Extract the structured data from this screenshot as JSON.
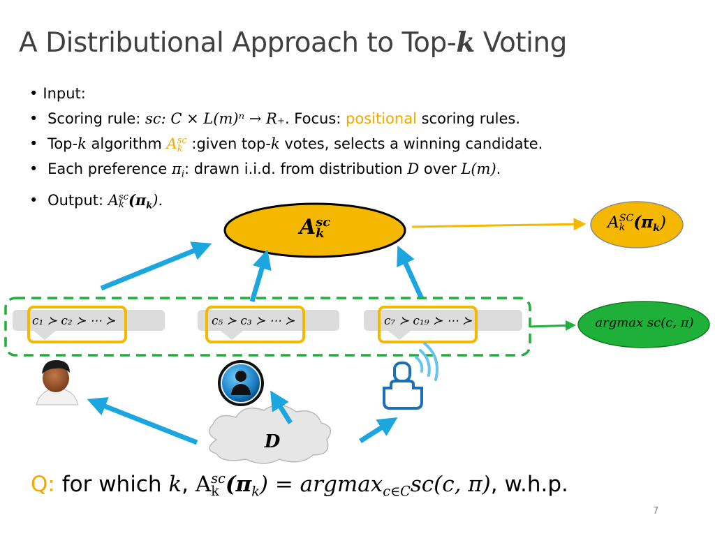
{
  "title": {
    "prefix": "A Distributional Approach to Top-",
    "var": "k",
    "suffix": " Voting"
  },
  "bullets": {
    "input_label": "Input:",
    "scoring": {
      "prefix": "Scoring rule: ",
      "math": "sc: C × L(m)ⁿ → R₊",
      "mid": ". Focus: ",
      "highlight": "positional",
      "suffix": " scoring rules."
    },
    "topk": {
      "prefix": "Top-",
      "k": "k",
      "mid1": " algorithm ",
      "alg_base": "A",
      "alg_sup": "sc",
      "alg_sub": "k",
      "mid2": " :given top-",
      "suffix": " votes, selects a winning candidate."
    },
    "pref": {
      "prefix": "Each preference ",
      "pi": "π",
      "pi_sub": "i",
      "mid": ": drawn i.i.d. from distribution ",
      "D": "D",
      "mid2": " over ",
      "Lm": "L(m)",
      "suffix": "."
    },
    "output": {
      "label": "Output: ",
      "alg_base": "A",
      "alg_sup": "sc",
      "alg_sub": "k",
      "arg": "(π",
      "arg_sub": "k",
      "close": ")",
      "suffix": "."
    }
  },
  "diagram": {
    "algorithm_node": {
      "base": "A",
      "sup": "sc",
      "sub": "k"
    },
    "output_node": {
      "base": "A",
      "sup": "SC",
      "sub": "k",
      "arg": "(π",
      "arg_sub": "k",
      "close": ")"
    },
    "argmax_node": "argmax sc(c, π)",
    "distribution_label": "D",
    "rankings": [
      {
        "text": "c₁ ≻ c₂ ≻ ⋯ ≻"
      },
      {
        "text": "c₅ ≻ c₃ ≻ ⋯ ≻"
      },
      {
        "text": "c₇ ≻ c₁₉ ≻ ⋯ ≻"
      }
    ],
    "colors": {
      "orange": "#f5b800",
      "blue": "#1ba6e0",
      "green": "#1fb03a",
      "cloud": "#e6e6e6",
      "ranking_bg": "#dcdcdc",
      "user_icon_blue": "#1a6fb5"
    },
    "icons": [
      "person-avatar-icon",
      "person-circle-icon",
      "wireless-user-icon",
      "cloud-icon"
    ]
  },
  "question": {
    "q": "Q:",
    "text": " for which ",
    "k": "k",
    "comma": ", ",
    "alg_base": "A",
    "alg_sup": "sc",
    "alg_sub": "k",
    "alg_arg": "(π",
    "alg_arg_sub": "k",
    "alg_close": ")",
    "eq": " = argmax",
    "eq_sub": "c∈C",
    "rhs": "sc(c, π)",
    "suffix": ", w.h.p."
  },
  "page_number": "7"
}
